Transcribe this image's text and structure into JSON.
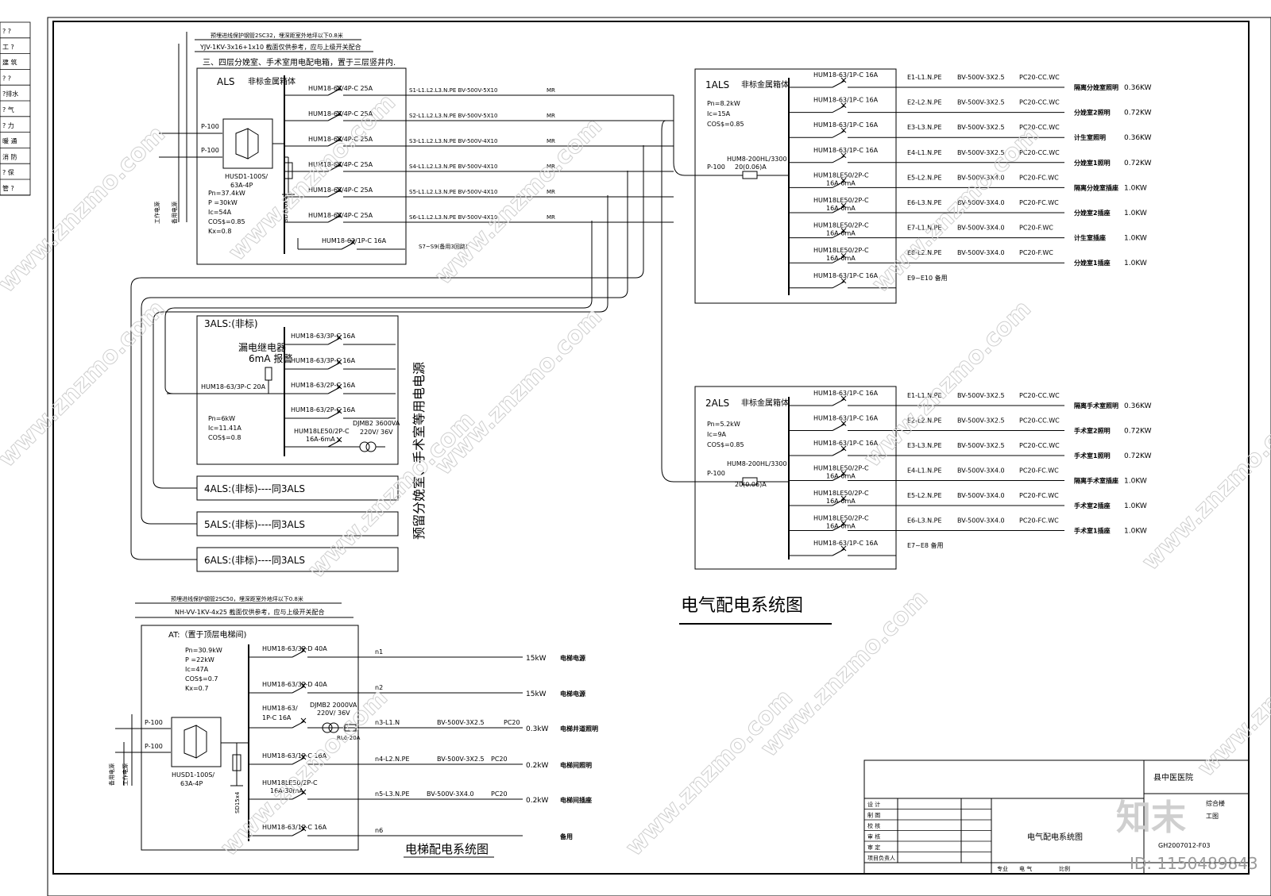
{
  "left_strip": [
    "? ?",
    "工 ?",
    "建 筑",
    "? ?",
    "?排水",
    "? 气",
    "? 力",
    "暖 通",
    "消 防",
    "? 保",
    "管 ?"
  ],
  "als": {
    "note1": "预埋进线保护钢管2SC32，埋深距室外地坪以下0.8米",
    "note2": "YJV-1KV-3x16+1x10  截面仅供参考，应与上级开关配合",
    "note3": "三、四层分娩室、手术室用电配电箱，置于三层竖井内.",
    "title": "ALS",
    "subtitle": "非标金属箱体",
    "p1": "P-100",
    "p2": "P-100",
    "switch": "HUSD1-100S/",
    "switch2": "63A-4P",
    "params": [
      "Pn=37.4kW",
      "P =30kW",
      "Ic=54A",
      "COS$=0.85",
      "Kx=0.8"
    ],
    "spd": "SD100x4",
    "gl1": "工作电源",
    "gl2": "备用电源",
    "circuits": [
      {
        "breaker": "HUM18-63/4P-C 25A",
        "line": "S1-L1.L2.L3.N.PE BV-500V-5X10",
        "tag": "MR"
      },
      {
        "breaker": "HUM18-63/4P-C 25A",
        "line": "S2-L1.L2.L3.N.PE BV-500V-5X10",
        "tag": "MR"
      },
      {
        "breaker": "HUM18-63/4P-C 25A",
        "line": "S3-L1.L2.L3.N.PE BV-500V-4X10",
        "tag": "MR"
      },
      {
        "breaker": "HUM18-63/4P-C 25A",
        "line": "S4-L1.L2.L3.N.PE BV-500V-4X10",
        "tag": "MR"
      },
      {
        "breaker": "HUM18-63/4P-C 25A",
        "line": "S5-L1.L2.L3.N.PE BV-500V-4X10",
        "tag": "MR"
      },
      {
        "breaker": "HUM18-63/4P-C 25A",
        "line": "S6-L1.L2.L3.N.PE BV-500V-4X10",
        "tag": "MR"
      }
    ],
    "spare_breaker": "HUM18-63/1P-C 16A",
    "spare_line": "S7~S9(备用3回路)"
  },
  "als3": {
    "title": "3ALS:(非标)",
    "relay1": "漏电继电器",
    "relay2": "6mA 报警",
    "main": "HUM18-63/3P-C 20A",
    "params": [
      "Pn=6kW",
      "Ic=11.41A",
      "COS$=0.8"
    ],
    "branches": [
      "HUM18-63/3P-C 16A",
      "HUM18-63/3P-C 16A",
      "HUM18-63/2P-C 16A",
      "HUM18-63/2P-C 16A"
    ],
    "leak1": "HUM18LE50/2P-C",
    "leak2": "16A-6mA",
    "xf1": "DJMB2 3600VA",
    "xf2": "220V/ 36V"
  },
  "als4": "4ALS:(非标)----同3ALS",
  "als5": "5ALS:(非标)----同3ALS",
  "als6": "6ALS:(非标)----同3ALS",
  "vertical_note": "预留分娩室、手术室等用电电源",
  "box1": {
    "title": "1ALS",
    "subtitle": "非标金属箱体",
    "params": [
      "Pn=8.2kW",
      "Ic=15A",
      "COS$=0.85"
    ],
    "main1": "HUM8-200HL/3300",
    "main2": "20(0.06)A",
    "p": "P-100",
    "rows": [
      {
        "breaker": "HUM18-63/1P-C 16A",
        "b2": "",
        "circuit": "E1-L1.N.PE",
        "cable": "BV-500V-3X2.5",
        "pipe": "PC20-CC.WC",
        "name": "隔离分娩室照明",
        "kw": "0.36KW"
      },
      {
        "breaker": "HUM18-63/1P-C 16A",
        "b2": "",
        "circuit": "E2-L2.N.PE",
        "cable": "BV-500V-3X2.5",
        "pipe": "PC20-CC.WC",
        "name": "分娩室2照明",
        "kw": "0.72KW"
      },
      {
        "breaker": "HUM18-63/1P-C 16A",
        "b2": "",
        "circuit": "E3-L3.N.PE",
        "cable": "BV-500V-3X2.5",
        "pipe": "PC20-CC.WC",
        "name": "计生室照明",
        "kw": "0.36KW"
      },
      {
        "breaker": "HUM18-63/1P-C 16A",
        "b2": "",
        "circuit": "E4-L1.N.PE",
        "cable": "BV-500V-3X2.5",
        "pipe": "PC20-CC.WC",
        "name": "分娩室1照明",
        "kw": "0.72KW"
      },
      {
        "breaker": "HUM18LE50/2P-C",
        "b2": "16A-6mA",
        "circuit": "E5-L2.N.PE",
        "cable": "BV-500V-3X4.0",
        "pipe": "PC20-FC.WC",
        "name": "隔离分娩室插座",
        "kw": "1.0KW"
      },
      {
        "breaker": "HUM18LE50/2P-C",
        "b2": "16A-6mA",
        "circuit": "E6-L3.N.PE",
        "cable": "BV-500V-3X4.0",
        "pipe": "PC20-FC.WC",
        "name": "分娩室2插座",
        "kw": "1.0KW"
      },
      {
        "breaker": "HUM18LE50/2P-C",
        "b2": "16A-6mA",
        "circuit": "E7-L1.N.PE",
        "cable": "BV-500V-3X4.0",
        "pipe": "PC20-F.WC",
        "name": "计生室插座",
        "kw": "1.0KW"
      },
      {
        "breaker": "HUM18LE50/2P-C",
        "b2": "16A-6mA",
        "circuit": "E8-L2.N.PE",
        "cable": "BV-500V-3X4.0",
        "pipe": "PC20-F.WC",
        "name": "分娩室1插座",
        "kw": "1.0KW"
      },
      {
        "breaker": "HUM18-63/1P-C 16A",
        "b2": "",
        "circuit": "E9~E10  备用",
        "cable": "",
        "pipe": "",
        "name": "",
        "kw": ""
      }
    ]
  },
  "box2": {
    "title": "2ALS",
    "subtitle": "非标金属箱体",
    "params": [
      "Pn=5.2kW",
      "Ic=9A",
      "COS$=0.85"
    ],
    "main1": "HUM8-200HL/3300",
    "main2": "20(0.06)A",
    "p": "P-100",
    "rows": [
      {
        "breaker": "HUM18-63/1P-C 16A",
        "b2": "",
        "circuit": "E1-L1.N.PE",
        "cable": "BV-500V-3X2.5",
        "pipe": "PC20-CC.WC",
        "name": "隔离手术室照明",
        "kw": "0.36KW"
      },
      {
        "breaker": "HUM18-63/1P-C 16A",
        "b2": "",
        "circuit": "E2-L2.N.PE",
        "cable": "BV-500V-3X2.5",
        "pipe": "PC20-CC.WC",
        "name": "手术室2照明",
        "kw": "0.72KW"
      },
      {
        "breaker": "HUM18-63/1P-C 16A",
        "b2": "",
        "circuit": "E3-L3.N.PE",
        "cable": "BV-500V-3X2.5",
        "pipe": "PC20-CC.WC",
        "name": "手术室1照明",
        "kw": "0.72KW"
      },
      {
        "breaker": "HUM18LE50/2P-C",
        "b2": "16A-6mA",
        "circuit": "E4-L1.N.PE",
        "cable": "BV-500V-3X4.0",
        "pipe": "PC20-FC.WC",
        "name": "隔离手术室插座",
        "kw": "1.0KW"
      },
      {
        "breaker": "HUM18LE50/2P-C",
        "b2": "16A-6mA",
        "circuit": "E5-L2.N.PE",
        "cable": "BV-500V-3X4.0",
        "pipe": "PC20-FC.WC",
        "name": "手术室2插座",
        "kw": "1.0KW"
      },
      {
        "breaker": "HUM18LE50/2P-C",
        "b2": "16A-6mA",
        "circuit": "E6-L3.N.PE",
        "cable": "BV-500V-3X4.0",
        "pipe": "PC20-FC.WC",
        "name": "手术室1插座",
        "kw": "1.0KW"
      },
      {
        "breaker": "HUM18-63/1P-C 16A",
        "b2": "",
        "circuit": "E7~E8  备用",
        "cable": "",
        "pipe": "",
        "name": "",
        "kw": ""
      }
    ]
  },
  "main_title": "电气配电系统图",
  "at": {
    "note1": "预埋进线保护钢管2SC50，埋深距室外地坪以下0.8米",
    "note2": "NH-VV-1KV-4x25  截面仅供参考，应与上级开关配合",
    "title": "AT:（置于顶层电梯间)",
    "params": [
      "Pn=30.9kW",
      "P =22kW",
      "Ic=47A",
      "COS$=0.7",
      "Kx=0.7"
    ],
    "p1": "P-100",
    "p2": "P-100",
    "switch": "HUSD1-100S/",
    "switch2": "63A-4P",
    "spd": "SD15x4",
    "gl1": "备用电源",
    "gl2": "工作电源",
    "xf1": "DJMB2 2000VA",
    "xf2": "220V/ 36V",
    "fuse": "RL6-20A",
    "rows": [
      {
        "breaker": "HUM18-63/3P-D 40A",
        "b2": "",
        "circuit": "n1",
        "cable": "",
        "pipe": "",
        "kw": "15kW",
        "name": "电梯电源"
      },
      {
        "breaker": "HUM18-63/3P-D 40A",
        "b2": "",
        "circuit": "n2",
        "cable": "",
        "pipe": "",
        "kw": "15kW",
        "name": "电梯电源"
      },
      {
        "breaker": "HUM18-63/",
        "b2": "1P-C 16A",
        "circuit": "n3-L1.N",
        "cable": "BV-500V-3X2.5",
        "pipe": "PC20",
        "kw": "0.3kW",
        "name": "电梯井道照明"
      },
      {
        "breaker": "HUM18-63/1P-C 16A",
        "b2": "",
        "circuit": "n4-L2.N.PE",
        "cable": "BV-500V-3X2.5",
        "pipe": "PC20",
        "kw": "0.2kW",
        "name": "电梯间照明"
      },
      {
        "breaker": "HUM18LE50/2P-C",
        "b2": "16A-30mA",
        "circuit": "n5-L3.N.PE",
        "cable": "BV-500V-3X4.0",
        "pipe": "PC20",
        "kw": "0.2kW",
        "name": "电梯间插座"
      },
      {
        "breaker": "HUM18-63/1P-C 16A",
        "b2": "",
        "circuit": "n6",
        "cable": "",
        "pipe": "",
        "kw": "",
        "name": "备用"
      }
    ]
  },
  "elevator_title": "电梯配电系统图",
  "titleblock": {
    "hospital": "县中医医院",
    "roles": [
      "设  计",
      "制  图",
      "校  核",
      "审  核",
      "审  定",
      "项目负责人"
    ],
    "drawing_name": "电气配电系统图",
    "proj1": "综合楼",
    "proj2": "工图",
    "code": "GH2007012-F03",
    "f1": "专业",
    "f2": "电  气",
    "f3": "比例"
  },
  "watermark": "www.znzmo.com",
  "brand": "知末",
  "image_id": "ID: 1150489843"
}
